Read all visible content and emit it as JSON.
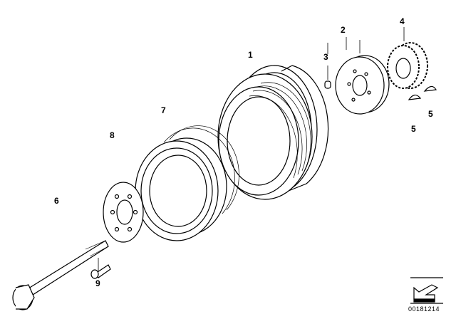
{
  "diagram": {
    "labels": [
      {
        "id": "1",
        "text": "1"
      },
      {
        "id": "2",
        "text": "2"
      },
      {
        "id": "3",
        "text": "3"
      },
      {
        "id": "4",
        "text": "4"
      },
      {
        "id": "5a",
        "text": "5"
      },
      {
        "id": "5b",
        "text": "5"
      },
      {
        "id": "6",
        "text": "6"
      },
      {
        "id": "7",
        "text": "7"
      },
      {
        "id": "8",
        "text": "8"
      },
      {
        "id": "9",
        "text": "9"
      }
    ],
    "diagram_code": "00181214",
    "colors": {
      "line": "#000000",
      "background": "#ffffff"
    }
  }
}
